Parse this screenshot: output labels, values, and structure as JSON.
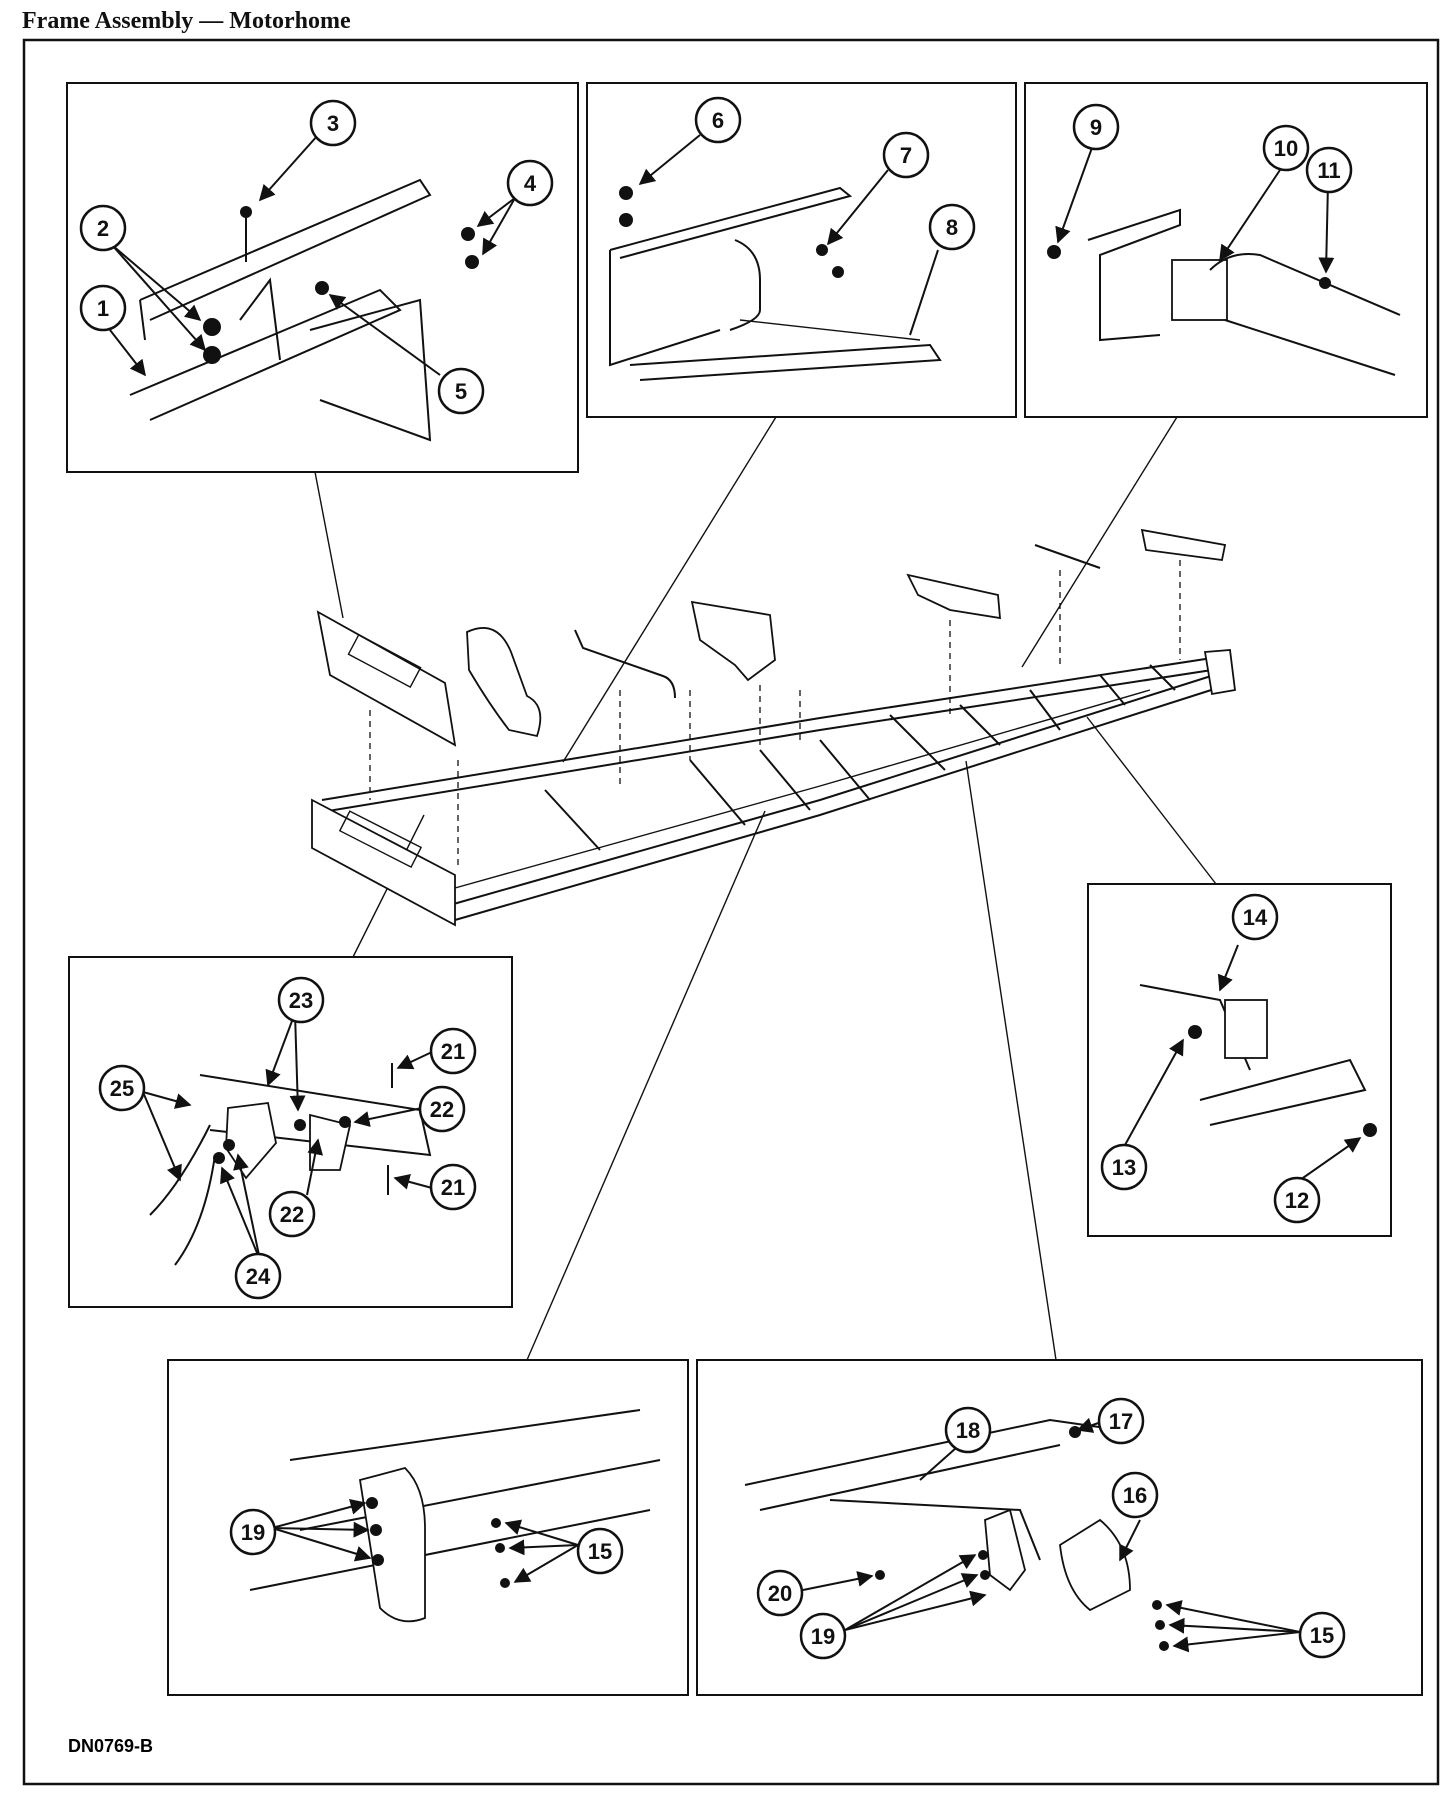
{
  "title": "Frame Assembly — Motorhome",
  "figure_code": "DN0769-B",
  "callouts": [
    "1",
    "2",
    "3",
    "4",
    "5",
    "6",
    "7",
    "8",
    "9",
    "10",
    "11",
    "12",
    "13",
    "14",
    "15",
    "16",
    "17",
    "18",
    "19",
    "20",
    "21",
    "22",
    "23",
    "24",
    "25"
  ],
  "callouts_repeat": {
    "15a": "15",
    "15b": "15",
    "19a": "19",
    "19b": "19",
    "21a": "21",
    "22a": "22"
  }
}
